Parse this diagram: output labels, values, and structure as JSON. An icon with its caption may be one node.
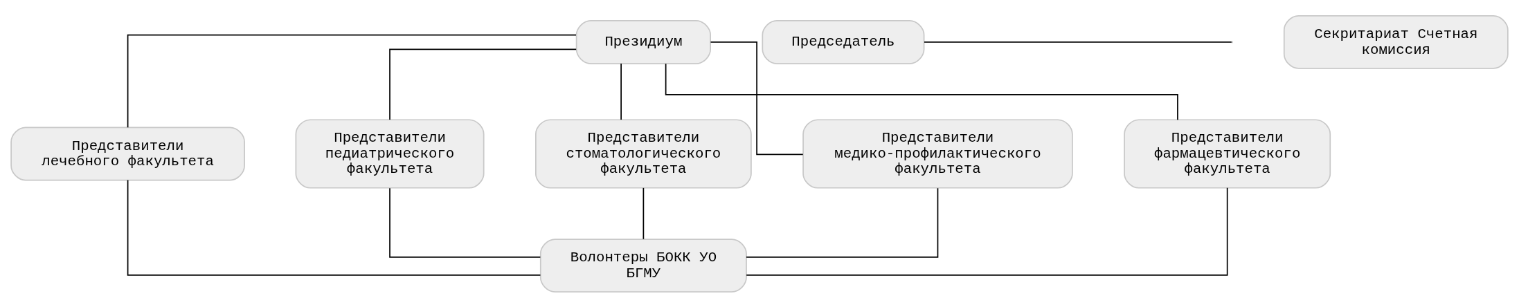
{
  "diagram": {
    "nodes": [
      {
        "text": [
          "Президиум"
        ]
      },
      {
        "text": [
          "Председатель"
        ]
      },
      {
        "text": [
          "Секритариат Счетная комиссия"
        ]
      },
      {
        "text": [
          "Представители лечебного факультета"
        ]
      },
      {
        "text": [
          "Представители педиатрического факультета"
        ]
      },
      {
        "text": [
          "Представители стоматологического факультета"
        ]
      },
      {
        "text": [
          "Представители медико-профилактического факультета"
        ]
      },
      {
        "text": [
          "Представители фармацевтического факультета"
        ]
      },
      {
        "text": [
          "Волонтеры БОКК УО БГМУ"
        ]
      }
    ],
    "edges": [
      {
        "from": 1,
        "to": null,
        "arrow": "none"
      },
      {
        "from": 0,
        "to": 3,
        "arrow": "none"
      },
      {
        "from": 0,
        "to": 4,
        "arrow": "none"
      },
      {
        "from": 0,
        "to": 5,
        "arrow": "none"
      },
      {
        "from": 0,
        "to": 6,
        "arrow": "none"
      },
      {
        "from": 0,
        "to": 7,
        "arrow": "none"
      },
      {
        "from": 3,
        "to": 8,
        "arrow": "none"
      },
      {
        "from": 4,
        "to": 8,
        "arrow": "none"
      },
      {
        "from": 5,
        "to": 8,
        "arrow": "none"
      },
      {
        "from": 6,
        "to": 8,
        "arrow": "none"
      },
      {
        "from": 7,
        "to": 8,
        "arrow": "none"
      }
    ]
  }
}
